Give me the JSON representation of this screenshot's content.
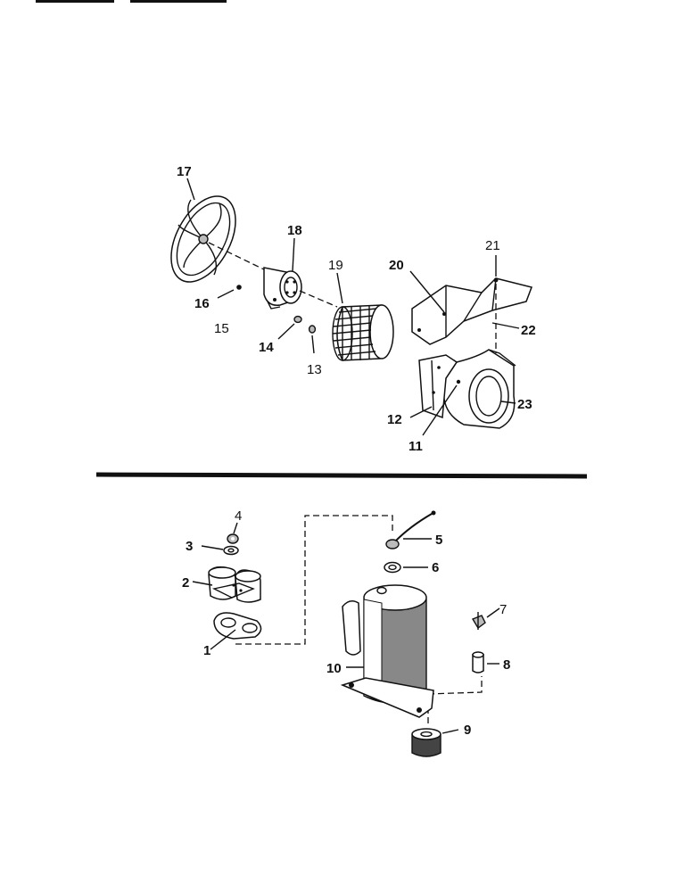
{
  "parts": {
    "p1": "1",
    "p2": "2",
    "p3": "3",
    "p4": "4",
    "p5": "5",
    "p6": "6",
    "p7": "7",
    "p8": "8",
    "p9": "9",
    "p10": "10",
    "p11": "11",
    "p12": "12",
    "p13": "13",
    "p14": "14",
    "p15": "15",
    "p16": "16",
    "p17": "17",
    "p18": "18",
    "p19": "19",
    "p20": "20",
    "p21": "21",
    "p22": "22",
    "p23": "23"
  }
}
